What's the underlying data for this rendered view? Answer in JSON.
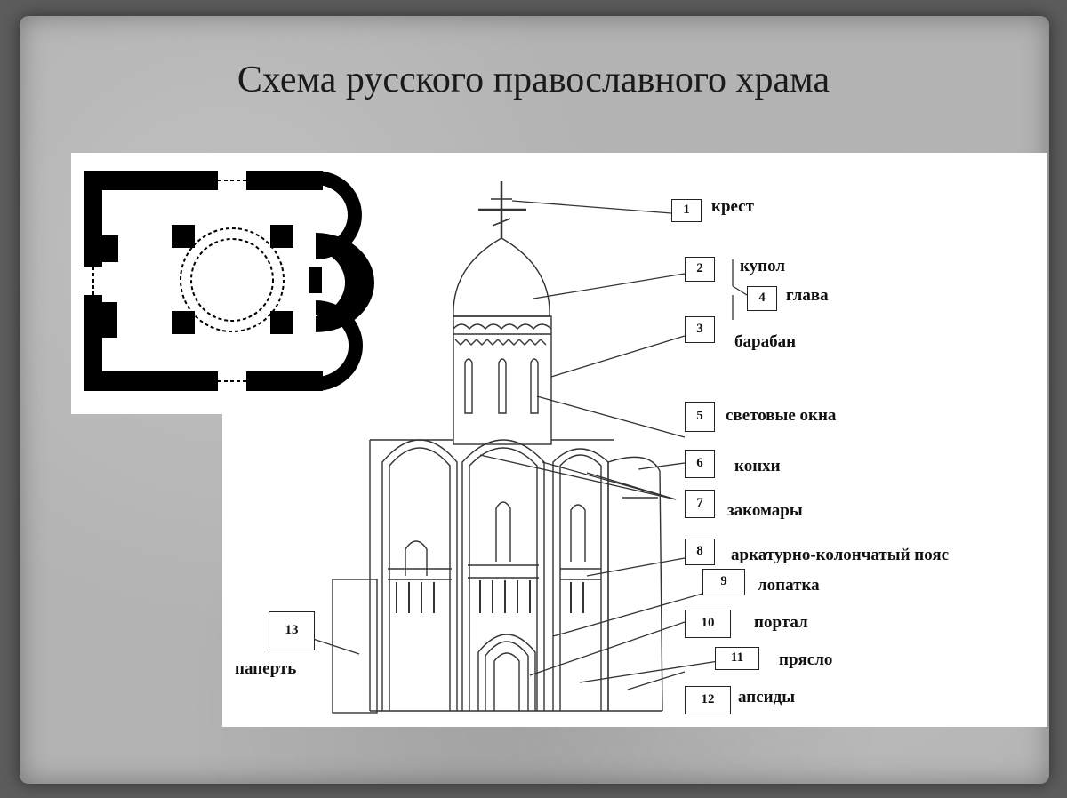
{
  "title": "Схема русского православного храма",
  "labels": [
    {
      "num": "1",
      "text": "крест"
    },
    {
      "num": "2",
      "text": "купол"
    },
    {
      "num": "3",
      "text": "барабан"
    },
    {
      "num": "4",
      "text": "глава"
    },
    {
      "num": "5",
      "text": "световые окна"
    },
    {
      "num": "6",
      "text": "конхи"
    },
    {
      "num": "7",
      "text": "закомары"
    },
    {
      "num": "8",
      "text": "аркатурно-колончатый пояс"
    },
    {
      "num": "9",
      "text": "лопатка"
    },
    {
      "num": "10",
      "text": "портал"
    },
    {
      "num": "11",
      "text": "прясло"
    },
    {
      "num": "12",
      "text": "апсиды"
    },
    {
      "num": "13",
      "text": "паперть"
    }
  ]
}
